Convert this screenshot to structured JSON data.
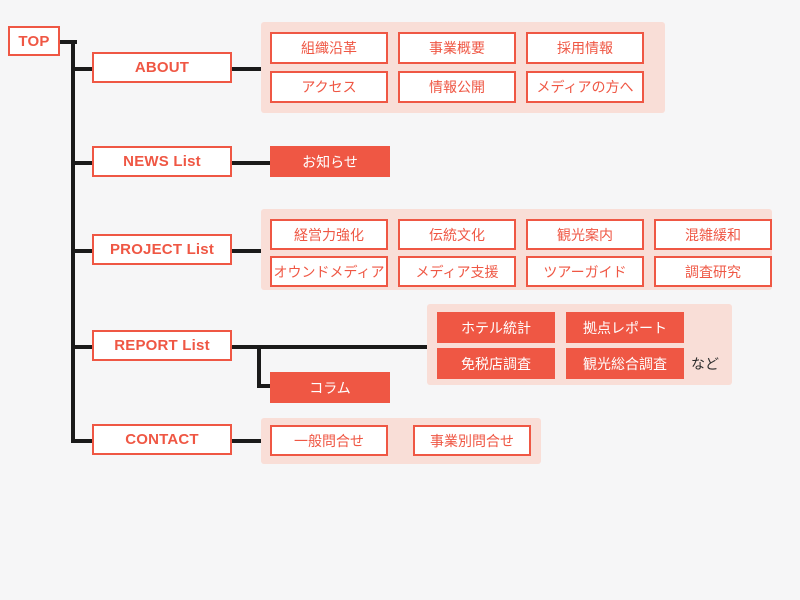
{
  "diagram": {
    "title": "Website Sitemap",
    "colors": {
      "background": "#f6f6f7",
      "accent": "#ef5744",
      "panel": "#f9ded7",
      "line": "#1a1a1a",
      "box_fill": "#ffffff",
      "filled_text": "#ffffff"
    },
    "root": {
      "label": "TOP"
    },
    "branches": [
      {
        "id": "about",
        "label": "ABOUT",
        "has_panel": true,
        "children": [
          {
            "label": "組織沿革",
            "style": "outline"
          },
          {
            "label": "事業概要",
            "style": "outline"
          },
          {
            "label": "採用情報",
            "style": "outline"
          },
          {
            "label": "アクセス",
            "style": "outline"
          },
          {
            "label": "情報公開",
            "style": "outline"
          },
          {
            "label": "メディアの方へ",
            "style": "outline"
          }
        ]
      },
      {
        "id": "news",
        "label": "NEWS List",
        "has_panel": false,
        "children": [
          {
            "label": "お知らせ",
            "style": "filled"
          }
        ]
      },
      {
        "id": "project",
        "label": "PROJECT List",
        "has_panel": true,
        "children": [
          {
            "label": "経営力強化",
            "style": "outline"
          },
          {
            "label": "伝統文化",
            "style": "outline"
          },
          {
            "label": "観光案内",
            "style": "outline"
          },
          {
            "label": "混雑緩和",
            "style": "outline"
          },
          {
            "label": "オウンドメディア",
            "style": "outline"
          },
          {
            "label": "メディア支援",
            "style": "outline"
          },
          {
            "label": "ツアーガイド",
            "style": "outline"
          },
          {
            "label": "調査研究",
            "style": "outline"
          }
        ]
      },
      {
        "id": "report",
        "label": "REPORT List",
        "has_panel": true,
        "caption": "など",
        "children": [
          {
            "label": "ホテル統計",
            "style": "filled"
          },
          {
            "label": "拠点レポート",
            "style": "filled"
          },
          {
            "label": "免税店調査",
            "style": "filled"
          },
          {
            "label": "観光総合調査",
            "style": "filled"
          }
        ],
        "extra": [
          {
            "label": "コラム",
            "style": "filled"
          }
        ]
      },
      {
        "id": "contact",
        "label": "CONTACT",
        "has_panel": true,
        "children": [
          {
            "label": "一般問合せ",
            "style": "outline"
          },
          {
            "label": "事業別問合せ",
            "style": "outline"
          }
        ]
      }
    ]
  }
}
